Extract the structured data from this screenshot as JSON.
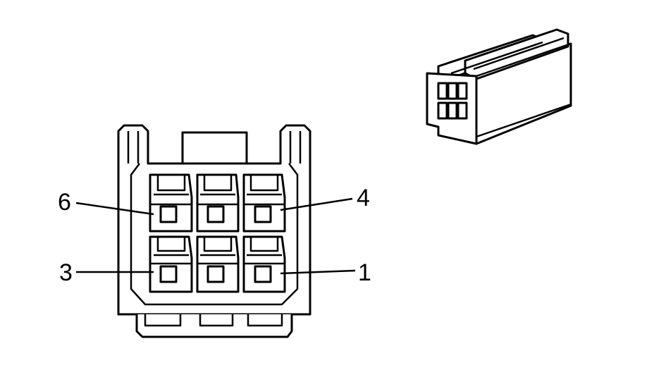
{
  "connector": {
    "cavities": [
      {
        "position": "top-left",
        "label": "6"
      },
      {
        "position": "top-middle",
        "label": ""
      },
      {
        "position": "top-right",
        "label": "4"
      },
      {
        "position": "bottom-left",
        "label": "3"
      },
      {
        "position": "bottom-middle",
        "label": ""
      },
      {
        "position": "bottom-right",
        "label": "1"
      }
    ],
    "pin_labels": {
      "pin6": "6",
      "pin4": "4",
      "pin3": "3",
      "pin1": "1"
    }
  }
}
